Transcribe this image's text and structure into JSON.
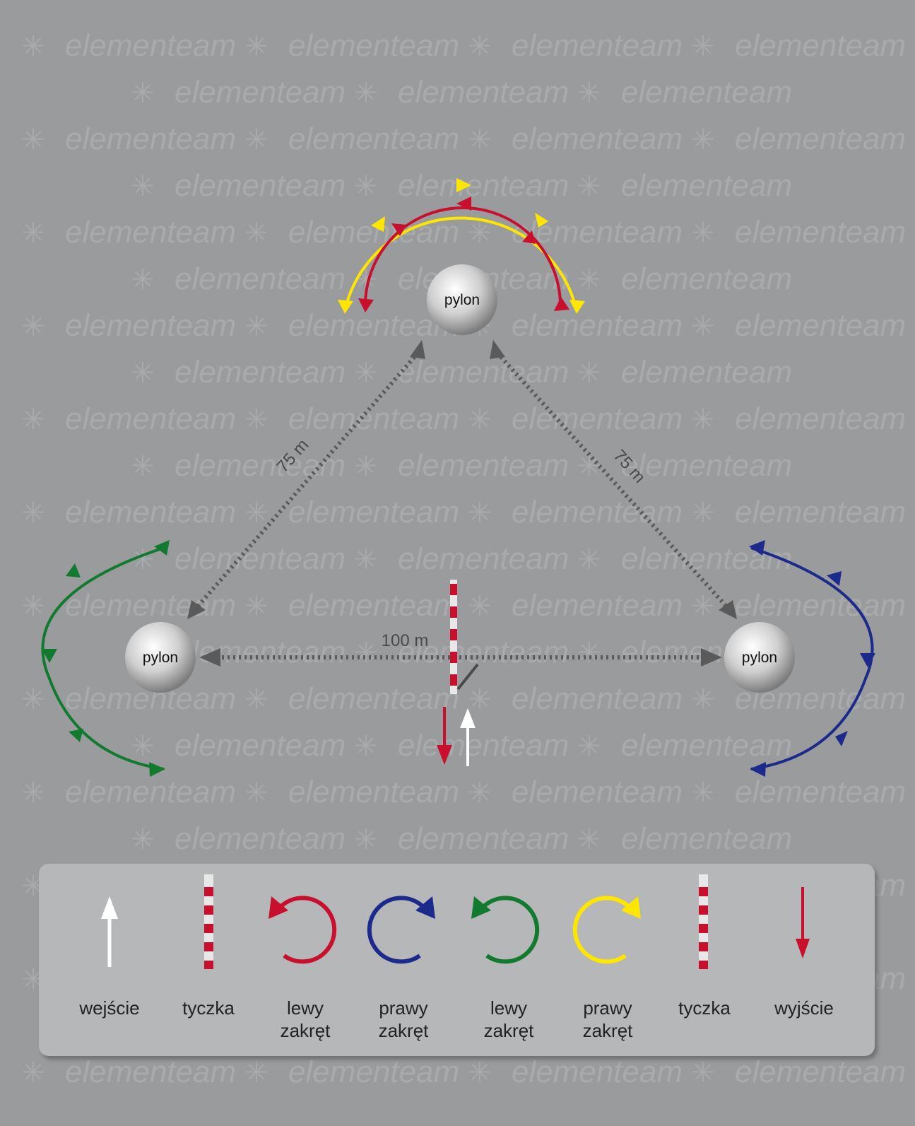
{
  "colors": {
    "background": "#9a9b9d",
    "watermark": "#a6a7a9",
    "dimension_line": "#5a5a5a",
    "pylon_light": "#ffffff",
    "pylon_dark": "#7d7d7d",
    "red": "#c8102e",
    "yellow": "#ffe600",
    "green": "#127a2e",
    "blue": "#1c2a8c",
    "white": "#ffffff",
    "legend_bg": "#b6b7b9",
    "legend_text": "#222222"
  },
  "watermark_text": "elementeam",
  "diagram": {
    "pylon_top": {
      "label": "pylon"
    },
    "pylon_left": {
      "label": "pylon"
    },
    "pylon_right": {
      "label": "pylon"
    },
    "distance_left": "75 m",
    "distance_right": "75 m",
    "distance_bottom": "100 m"
  },
  "legend": {
    "items": [
      {
        "icon": "white-up-arrow-icon",
        "line1": "wejście",
        "line2": ""
      },
      {
        "icon": "red-white-pole-icon",
        "line1": "tyczka",
        "line2": ""
      },
      {
        "icon": "red-left-turn-icon",
        "line1": "lewy",
        "line2": "zakręt"
      },
      {
        "icon": "blue-right-turn-icon",
        "line1": "prawy",
        "line2": "zakręt"
      },
      {
        "icon": "green-left-turn-icon",
        "line1": "lewy",
        "line2": "zakręt"
      },
      {
        "icon": "yellow-right-turn-icon",
        "line1": "prawy",
        "line2": "zakręt"
      },
      {
        "icon": "red-white-pole-icon",
        "line1": "tyczka",
        "line2": ""
      },
      {
        "icon": "red-down-arrow-icon",
        "line1": "wyjście",
        "line2": ""
      }
    ]
  }
}
